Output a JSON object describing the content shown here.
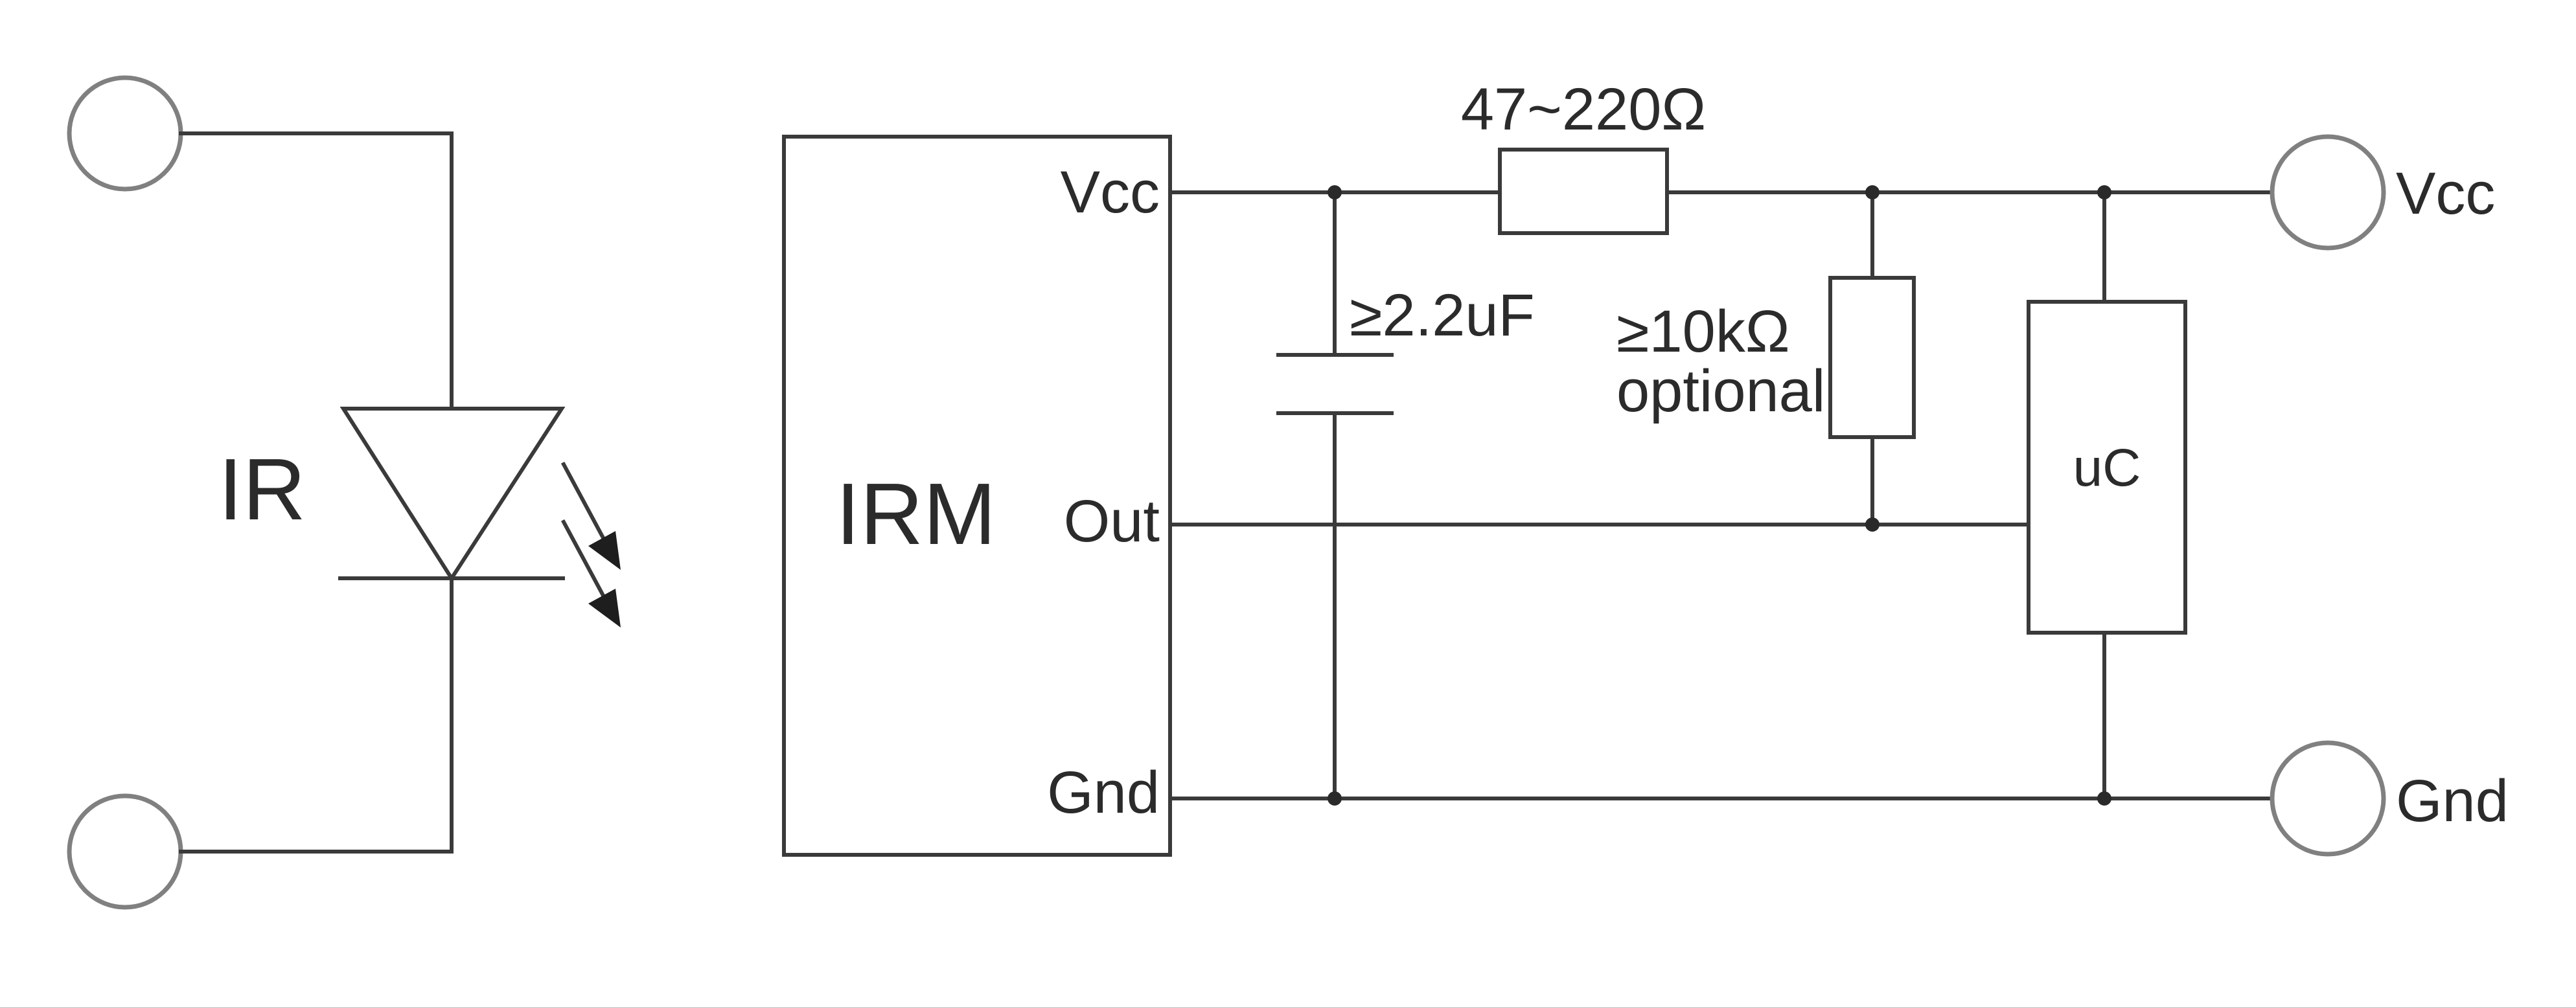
{
  "diagram": {
    "ir_label": "IR",
    "irm_label": "IRM",
    "pins": {
      "vcc": "Vcc",
      "out": "Out",
      "gnd": "Gnd"
    },
    "capacitor_label": "≥2.2uF",
    "series_resistor_label": "47~220Ω",
    "pullup_resistor_label_line1": "≥10kΩ",
    "pullup_resistor_label_line2": "optional",
    "microcontroller_label": "uC",
    "terminal_labels": {
      "vcc": "Vcc",
      "gnd": "Gnd"
    }
  }
}
